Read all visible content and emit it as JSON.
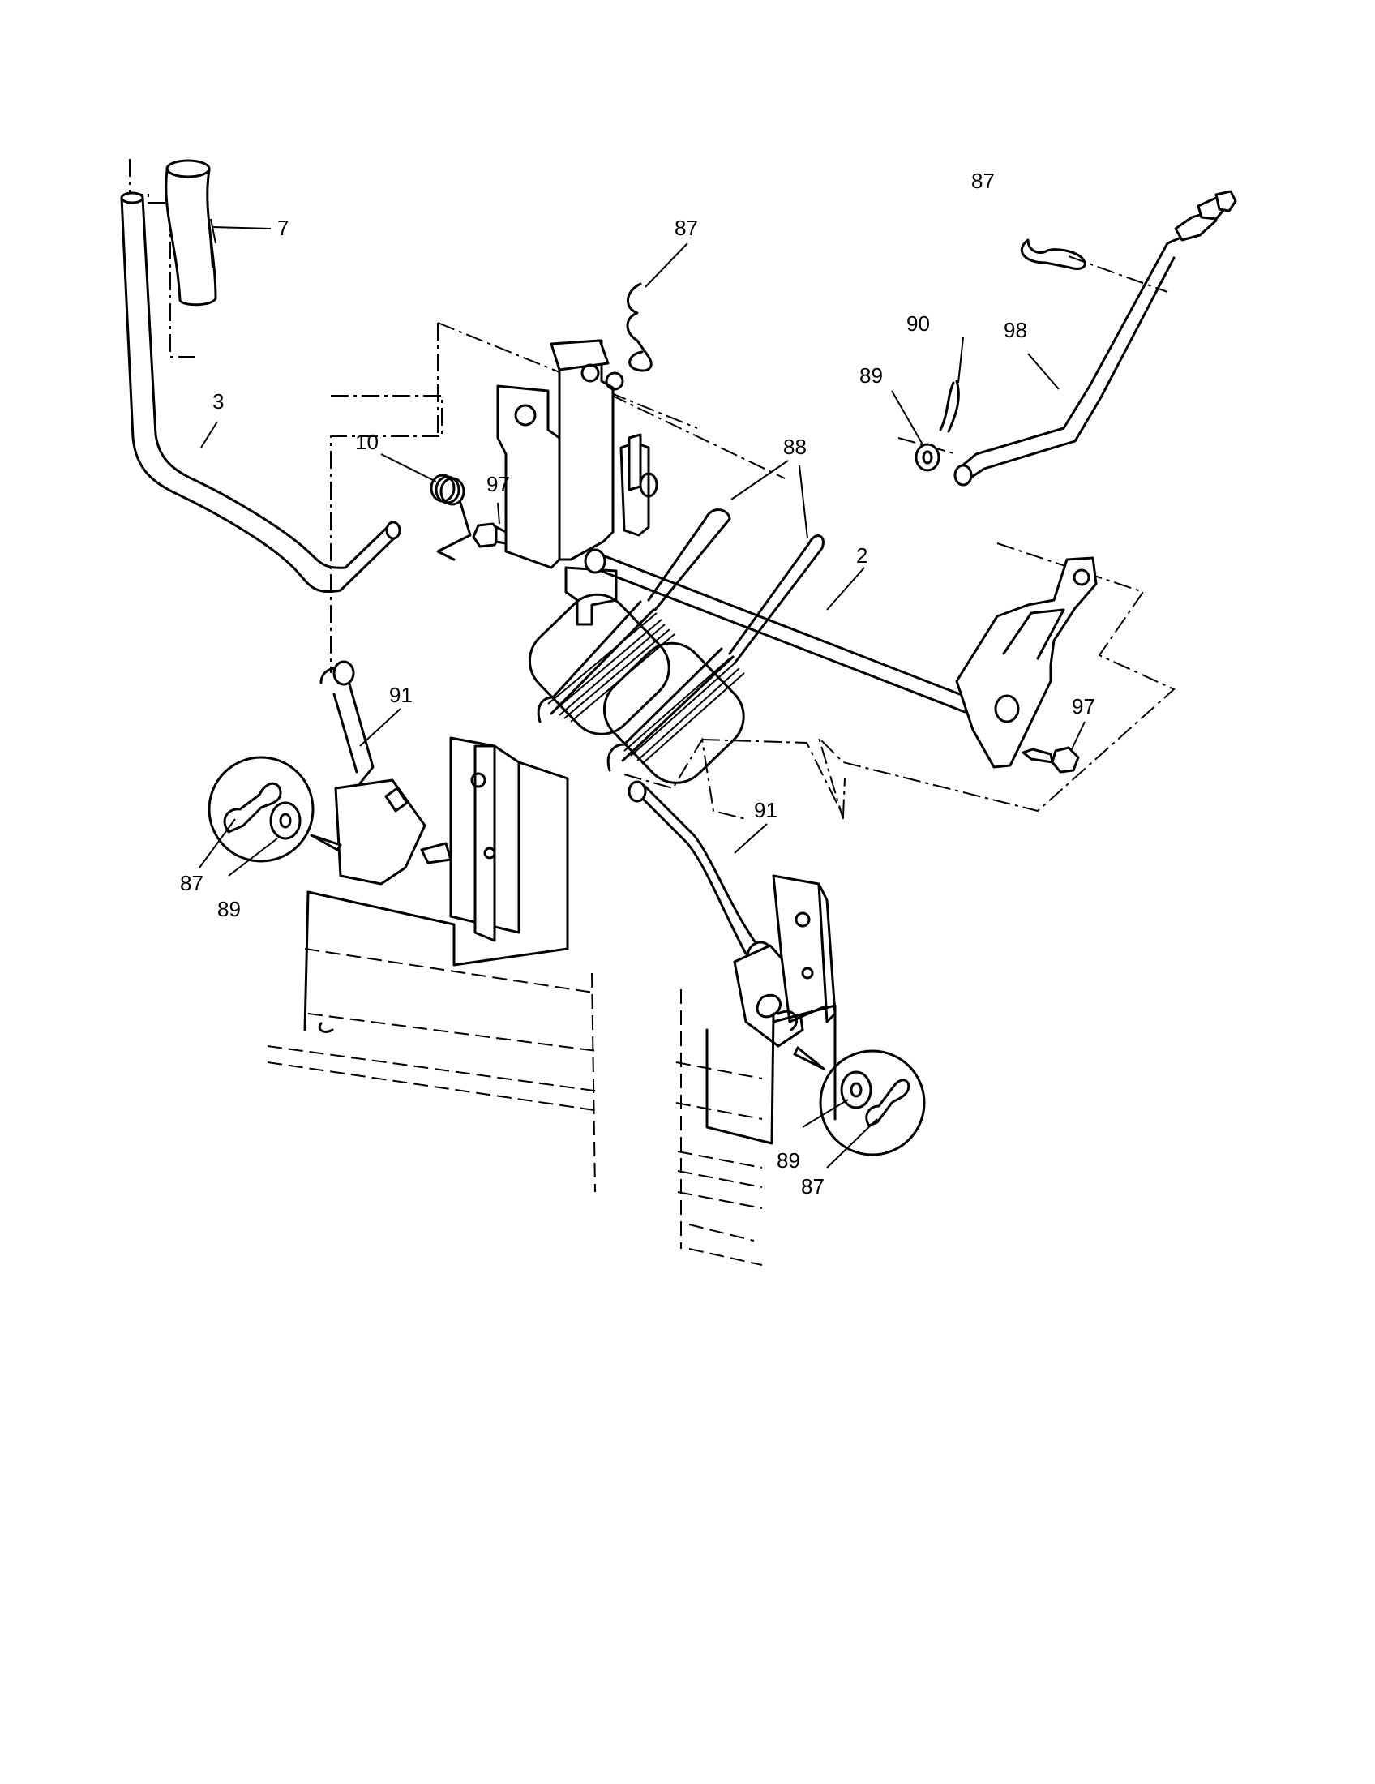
{
  "callouts": {
    "c7": "7",
    "c3": "3",
    "c10": "10",
    "c97a": "97",
    "c87a": "87",
    "c88": "88",
    "c2": "2",
    "c87b": "87",
    "c90": "90",
    "c89a": "89",
    "c98": "98",
    "c97b": "97",
    "c91a": "91",
    "c87c": "87",
    "c89b": "89",
    "c91b": "91",
    "c89c": "89",
    "c87d": "87"
  }
}
